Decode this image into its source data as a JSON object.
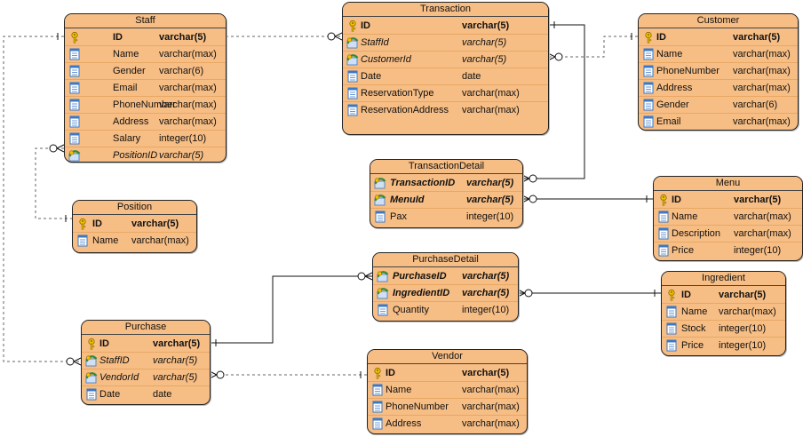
{
  "entities": {
    "staff": {
      "title": "Staff",
      "columns": [
        {
          "name": "ID",
          "type": "varchar(5)",
          "key": "pk"
        },
        {
          "name": "Name",
          "type": "varchar(max)",
          "key": ""
        },
        {
          "name": "Gender",
          "type": "varchar(6)",
          "key": ""
        },
        {
          "name": "Email",
          "type": "varchar(max)",
          "key": ""
        },
        {
          "name": "PhoneNumber",
          "type": "varchar(max)",
          "key": ""
        },
        {
          "name": "Address",
          "type": "varchar(max)",
          "key": ""
        },
        {
          "name": "Salary",
          "type": "integer(10)",
          "key": ""
        },
        {
          "name": "PositionID",
          "type": "varchar(5)",
          "key": "fk"
        }
      ]
    },
    "transaction": {
      "title": "Transaction",
      "columns": [
        {
          "name": "ID",
          "type": "varchar(5)",
          "key": "pk"
        },
        {
          "name": "StaffId",
          "type": "varchar(5)",
          "key": "fk"
        },
        {
          "name": "CustomerId",
          "type": "varchar(5)",
          "key": "fk"
        },
        {
          "name": "Date",
          "type": "date",
          "key": ""
        },
        {
          "name": "ReservationType",
          "type": "varchar(max)",
          "key": ""
        },
        {
          "name": "ReservationAddress",
          "type": "varchar(max)",
          "key": ""
        }
      ]
    },
    "customer": {
      "title": "Customer",
      "columns": [
        {
          "name": "ID",
          "type": "varchar(5)",
          "key": "pk"
        },
        {
          "name": "Name",
          "type": "varchar(max)",
          "key": ""
        },
        {
          "name": "PhoneNumber",
          "type": "varchar(max)",
          "key": ""
        },
        {
          "name": "Address",
          "type": "varchar(max)",
          "key": ""
        },
        {
          "name": "Gender",
          "type": "varchar(6)",
          "key": ""
        },
        {
          "name": "Email",
          "type": "varchar(max)",
          "key": ""
        }
      ]
    },
    "position": {
      "title": "Position",
      "columns": [
        {
          "name": "ID",
          "type": "varchar(5)",
          "key": "pk"
        },
        {
          "name": "Name",
          "type": "varchar(max)",
          "key": ""
        }
      ]
    },
    "transactiondetail": {
      "title": "TransactionDetail",
      "columns": [
        {
          "name": "TransactionID",
          "type": "varchar(5)",
          "key": "pkfk"
        },
        {
          "name": "MenuId",
          "type": "varchar(5)",
          "key": "pkfk"
        },
        {
          "name": "Pax",
          "type": "integer(10)",
          "key": ""
        }
      ]
    },
    "menu": {
      "title": "Menu",
      "columns": [
        {
          "name": "ID",
          "type": "varchar(5)",
          "key": "pk"
        },
        {
          "name": "Name",
          "type": "varchar(max)",
          "key": ""
        },
        {
          "name": "Description",
          "type": "varchar(max)",
          "key": ""
        },
        {
          "name": "Price",
          "type": "integer(10)",
          "key": ""
        }
      ]
    },
    "purchasedetail": {
      "title": "PurchaseDetail",
      "columns": [
        {
          "name": "PurchaseID",
          "type": "varchar(5)",
          "key": "pkfk"
        },
        {
          "name": "IngredientID",
          "type": "varchar(5)",
          "key": "pkfk"
        },
        {
          "name": "Quantity",
          "type": "integer(10)",
          "key": ""
        }
      ]
    },
    "ingredient": {
      "title": "Ingredient",
      "columns": [
        {
          "name": "ID",
          "type": "varchar(5)",
          "key": "pk"
        },
        {
          "name": "Name",
          "type": "varchar(max)",
          "key": ""
        },
        {
          "name": "Stock",
          "type": "integer(10)",
          "key": ""
        },
        {
          "name": "Price",
          "type": "integer(10)",
          "key": ""
        }
      ]
    },
    "purchase": {
      "title": "Purchase",
      "columns": [
        {
          "name": "ID",
          "type": "varchar(5)",
          "key": "pk"
        },
        {
          "name": "StaffID",
          "type": "varchar(5)",
          "key": "fk"
        },
        {
          "name": "VendorId",
          "type": "varchar(5)",
          "key": "fk"
        },
        {
          "name": "Date",
          "type": "date",
          "key": ""
        }
      ]
    },
    "vendor": {
      "title": "Vendor",
      "columns": [
        {
          "name": "ID",
          "type": "varchar(5)",
          "key": "pk"
        },
        {
          "name": "Name",
          "type": "varchar(max)",
          "key": ""
        },
        {
          "name": "PhoneNumber",
          "type": "varchar(max)",
          "key": ""
        },
        {
          "name": "Address",
          "type": "varchar(max)",
          "key": ""
        }
      ]
    }
  },
  "colors": {
    "entity_fill": "#f6bd84",
    "border": "#222222",
    "key_gold": "#f2c200",
    "fk_green": "#2e8b3a",
    "column_blue": "#3a78c8"
  },
  "icons": {
    "pk": "key-icon",
    "fk": "foreign-key-icon",
    "column": "column-icon"
  }
}
